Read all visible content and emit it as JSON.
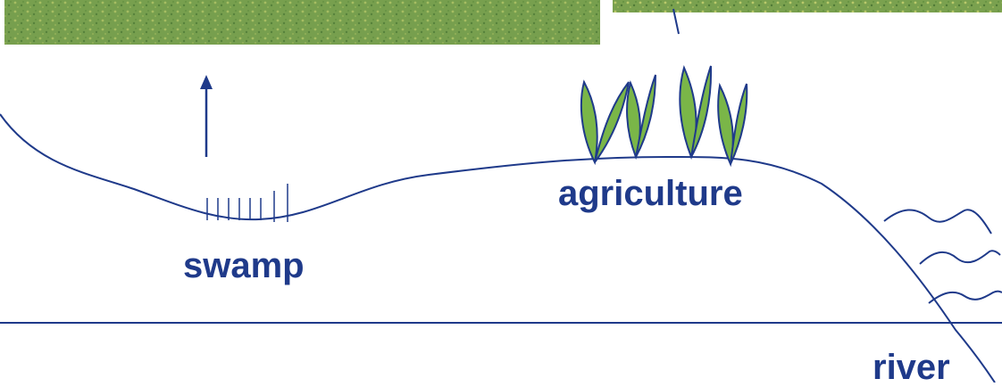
{
  "labels": {
    "swamp": "swamp",
    "agriculture": "agriculture",
    "river": "river"
  },
  "colors": {
    "line": "#1f3a8a",
    "label": "#1f3a8a",
    "leaf_fill": "#7ab648",
    "leaf_stroke": "#1f3a8a",
    "photo_grass": "#6f9a4a",
    "background": "#ffffff"
  },
  "icons": {
    "photo_left": "grass-field-photo",
    "photo_right": "grass-field-photo",
    "plants": "crop-leaves-icon",
    "waves": "water-waves-icon",
    "arrow": "up-arrow-icon"
  }
}
